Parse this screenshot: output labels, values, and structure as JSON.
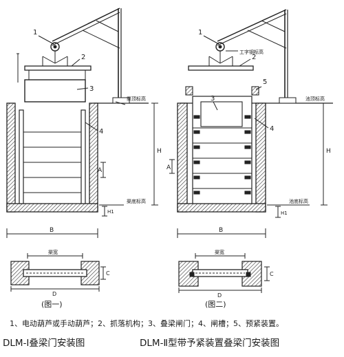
{
  "figure1": {
    "callouts": [
      "1",
      "2",
      "3",
      "4"
    ],
    "label_top_of_channel": "渠顶标高",
    "label_bottom_of_channel": "渠底标高",
    "dim_A": "A",
    "dim_B": "B",
    "dim_H": "H",
    "dim_H1": "H1",
    "plan_width": "渠宽",
    "plan_C": "C",
    "plan_D": "D",
    "caption": "(图一)"
  },
  "figure2": {
    "callouts": [
      "1",
      "2",
      "3",
      "4",
      "5"
    ],
    "label_beam": "工字钢标高",
    "label_pool_top": "池顶标高",
    "label_pool_bottom": "池底标高",
    "dim_A": "A",
    "dim_B": "B",
    "dim_H": "H",
    "dim_H1": "H1",
    "plan_width": "渠宽",
    "plan_C": "C",
    "plan_D": "D",
    "caption": "(图二)"
  },
  "legend": "1、电动葫芦或手动葫芦；2、抓落机构；3、叠梁闸门；4、闸槽；5、预紧装置。",
  "caption_left": "DLM-Ⅰ叠梁门安装图",
  "caption_right": "DLM-Ⅱ型带予紧装置叠梁门安装图"
}
